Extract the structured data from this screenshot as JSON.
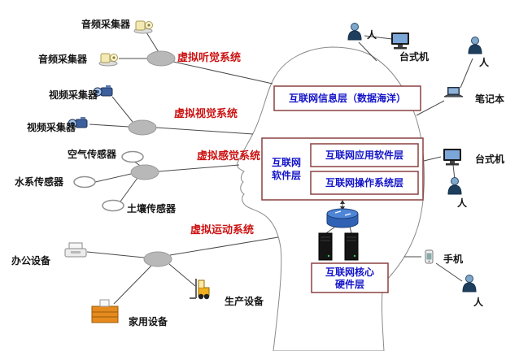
{
  "diagram": {
    "left": {
      "devices": [
        {
          "label": "音频采集器"
        },
        {
          "label": "音频采集器"
        },
        {
          "label": "视频采集器"
        },
        {
          "label": "视频采集器"
        },
        {
          "label": "空气传感器"
        },
        {
          "label": "水系传感器"
        },
        {
          "label": "土壤传感器"
        },
        {
          "label": "办公设备"
        },
        {
          "label": "家用设备"
        },
        {
          "label": "生产设备"
        }
      ],
      "systems": [
        {
          "label": "虚拟听觉系统"
        },
        {
          "label": "虚拟视觉系统"
        },
        {
          "label": "虚拟感觉系统"
        },
        {
          "label": "虚拟运动系统"
        }
      ]
    },
    "head": {
      "info_layer": "互联网信息层（数据海洋）",
      "software_layer_line1": "互联网",
      "software_layer_line2": "软件层",
      "app_layer": "互联网应用软件层",
      "os_layer": "互联网操作系统层",
      "hardware_layer_line1": "互联网核心",
      "hardware_layer_line2": "硬件层"
    },
    "right": {
      "labels": [
        {
          "label": "人"
        },
        {
          "label": "台式机"
        },
        {
          "label": "人"
        },
        {
          "label": "笔记本"
        },
        {
          "label": "台式机"
        },
        {
          "label": "人"
        },
        {
          "label": "手机"
        },
        {
          "label": "人"
        }
      ]
    },
    "colors": {
      "system_label": "#cc1111",
      "box_border": "#8b4040",
      "box_text": "#1414c8",
      "device_label": "#161616",
      "hub_fill": "#b8b8b8"
    }
  }
}
